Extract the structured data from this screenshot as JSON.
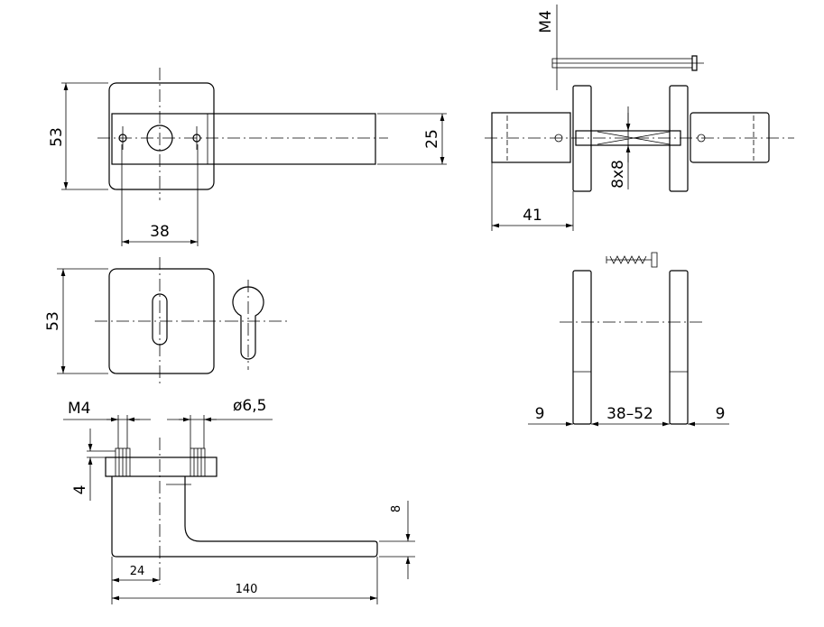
{
  "dimensions": {
    "top_left": {
      "rose_height": "53",
      "lever_width": "25",
      "screw_spacing": "38"
    },
    "top_right": {
      "screw_thread": "M4",
      "spindle": "8x8",
      "knob_depth": "41"
    },
    "middle_left": {
      "rose_height": "53",
      "hole_diameter": "ø6,5"
    },
    "middle_right": {
      "rose_left": "9",
      "door_thickness": "38–52",
      "rose_right": "9"
    },
    "bottom": {
      "thread": "M4",
      "rose_thickness": "4",
      "lever_thickness": "8",
      "offset": "24",
      "lever_length": "140"
    }
  }
}
